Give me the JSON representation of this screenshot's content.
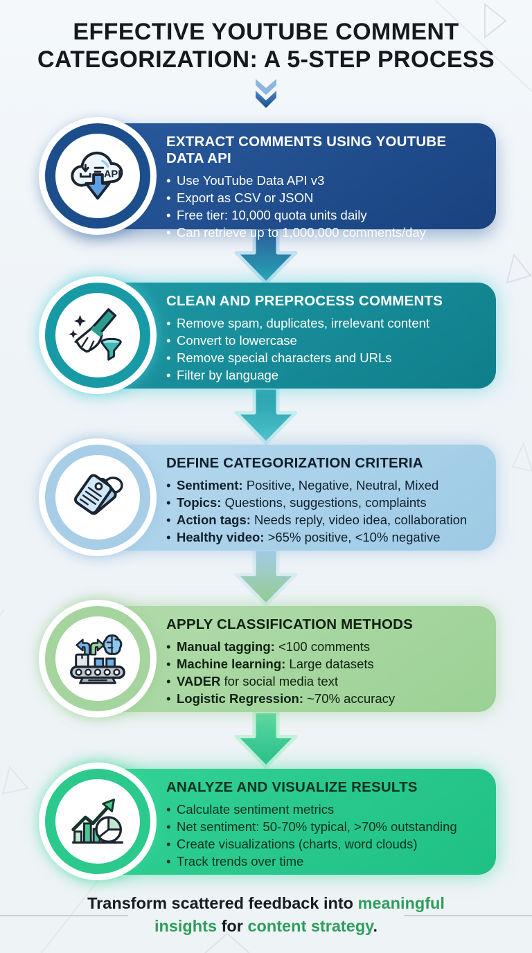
{
  "header": {
    "title_line1": "EFFECTIVE YOUTUBE COMMENT",
    "title_line2": "CATEGORIZATION: A 5-STEP PROCESS",
    "chevron_icon": "double-down-chevron-icon"
  },
  "steps": [
    {
      "title": "EXTRACT COMMENTS USING YOUTUBE DATA API",
      "icon": "cloud-download-api-icon",
      "box_color": "#1d4e8c",
      "text_color": "#ffffff",
      "bullets": [
        {
          "lead": "",
          "rest": "Use YouTube Data API v3"
        },
        {
          "lead": "",
          "rest": "Export as CSV or JSON"
        },
        {
          "lead": "",
          "rest": "Free tier: 10,000 quota units daily"
        },
        {
          "lead": "",
          "rest": "Can retrieve up to 1,000,000 comments/day"
        }
      ]
    },
    {
      "title": "CLEAN AND PREPROCESS COMMENTS",
      "icon": "broom-funnel-icon",
      "box_color": "#178f9b",
      "text_color": "#ffffff",
      "bullets": [
        {
          "lead": "",
          "rest": "Remove spam, duplicates, irrelevant content"
        },
        {
          "lead": "",
          "rest": "Convert to lowercase"
        },
        {
          "lead": "",
          "rest": "Remove special characters and URLs"
        },
        {
          "lead": "",
          "rest": "Filter by language"
        }
      ]
    },
    {
      "title": "DEFINE CATEGORIZATION CRITERIA",
      "icon": "price-tags-icon",
      "box_color": "#abd0e8",
      "text_color": "#101f2a",
      "bullets": [
        {
          "lead": "Sentiment:",
          "rest": " Positive, Negative, Neutral, Mixed"
        },
        {
          "lead": "Topics:",
          "rest": " Questions, suggestions, complaints"
        },
        {
          "lead": "Action tags:",
          "rest": " Needs reply, video idea, collaboration"
        },
        {
          "lead": "Healthy video:",
          "rest": " >65% positive, <10% negative"
        }
      ]
    },
    {
      "title": "APPLY CLASSIFICATION METHODS",
      "icon": "sorting-machine-brain-icon",
      "box_color": "#a9d6a3",
      "text_color": "#0f2012",
      "bullets": [
        {
          "lead": "Manual tagging:",
          "rest": " <100 comments"
        },
        {
          "lead": "Machine learning:",
          "rest": " Large datasets"
        },
        {
          "lead": "VADER",
          "rest": " for social media text"
        },
        {
          "lead": "Logistic Regression:",
          "rest": " ~70% accuracy"
        }
      ]
    },
    {
      "title": "ANALYZE AND VISUALIZE RESULTS",
      "icon": "growth-chart-pie-icon",
      "box_color": "#2bc98b",
      "text_color": "#07311d",
      "bullets": [
        {
          "lead": "",
          "rest": "Calculate sentiment metrics"
        },
        {
          "lead": "",
          "rest": "Net sentiment: 50-70% typical, >70% outstanding"
        },
        {
          "lead": "",
          "rest": "Create visualizations (charts, word clouds)"
        },
        {
          "lead": "",
          "rest": "Track trends over time"
        }
      ]
    }
  ],
  "footer": {
    "part1": "Transform scattered feedback into ",
    "highlight1": "meaningful insights",
    "part2": " for ",
    "highlight2": "content strategy",
    "part3": "."
  },
  "colors": {
    "title_text": "#15191d",
    "step1_box": "#1d4e8c",
    "step2_box": "#178f9b",
    "step3_box": "#abd0e8",
    "step4_box": "#a9d6a3",
    "step5_box": "#2bc98b",
    "footer_highlight_green": "#2e9e5c",
    "background": "#eef3f7"
  }
}
